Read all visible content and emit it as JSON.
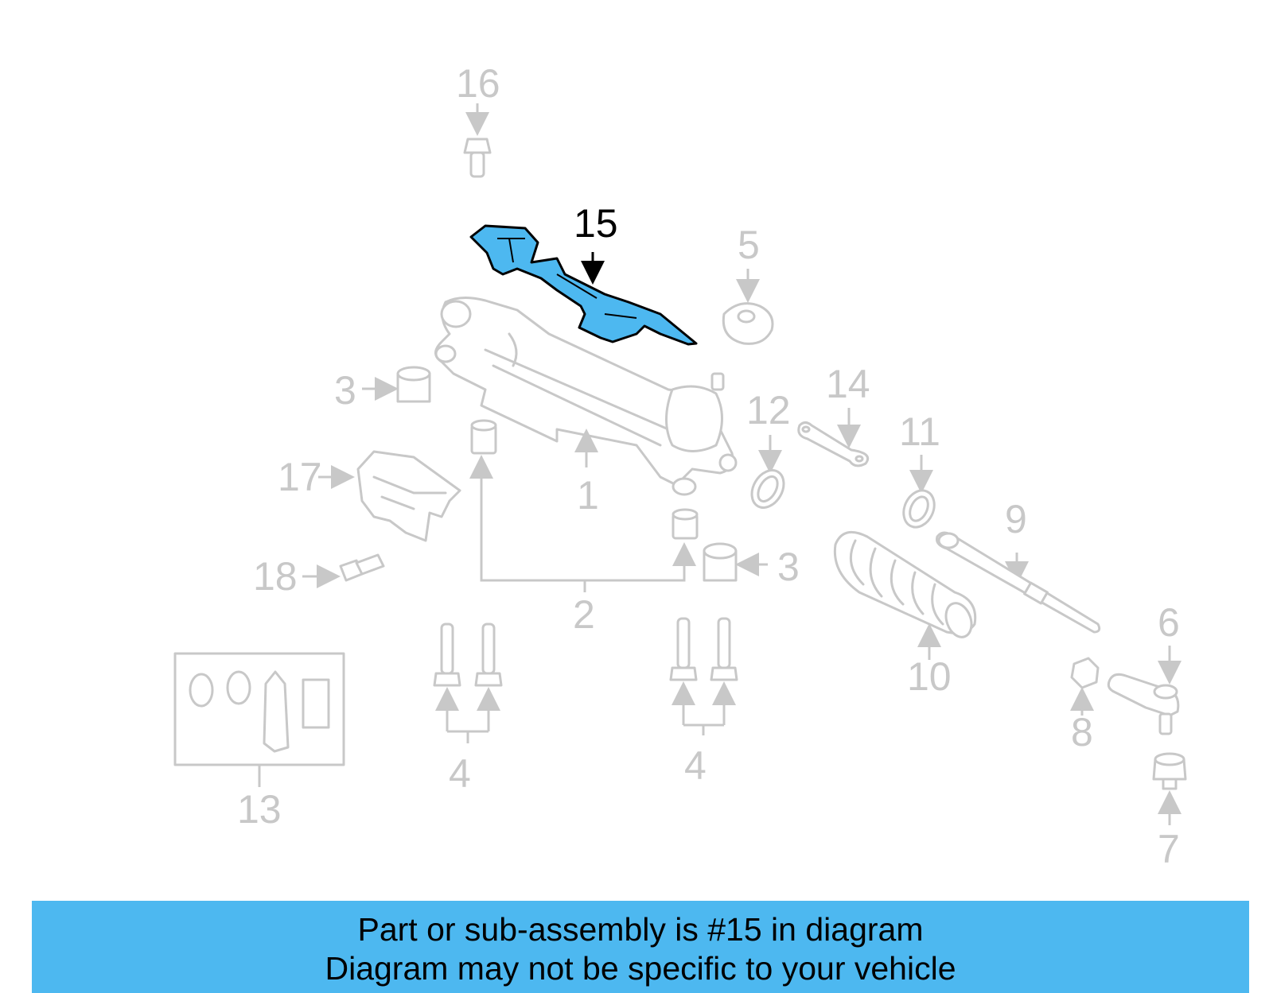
{
  "highlighted_part": "15",
  "highlight_color": "#4db8f0",
  "ghost_color": "#c8c8c8",
  "callouts": {
    "c1": "1",
    "c2": "2",
    "c3a": "3",
    "c3b": "3",
    "c4a": "4",
    "c4b": "4",
    "c5": "5",
    "c6": "6",
    "c7": "7",
    "c8": "8",
    "c9": "9",
    "c10": "10",
    "c11": "11",
    "c12": "12",
    "c13": "13",
    "c14": "14",
    "c15": "15",
    "c16": "16",
    "c17": "17",
    "c18": "18"
  },
  "banner": {
    "line1": "Part or sub-assembly is #15 in diagram",
    "line2": "Diagram may not be specific to your vehicle"
  }
}
